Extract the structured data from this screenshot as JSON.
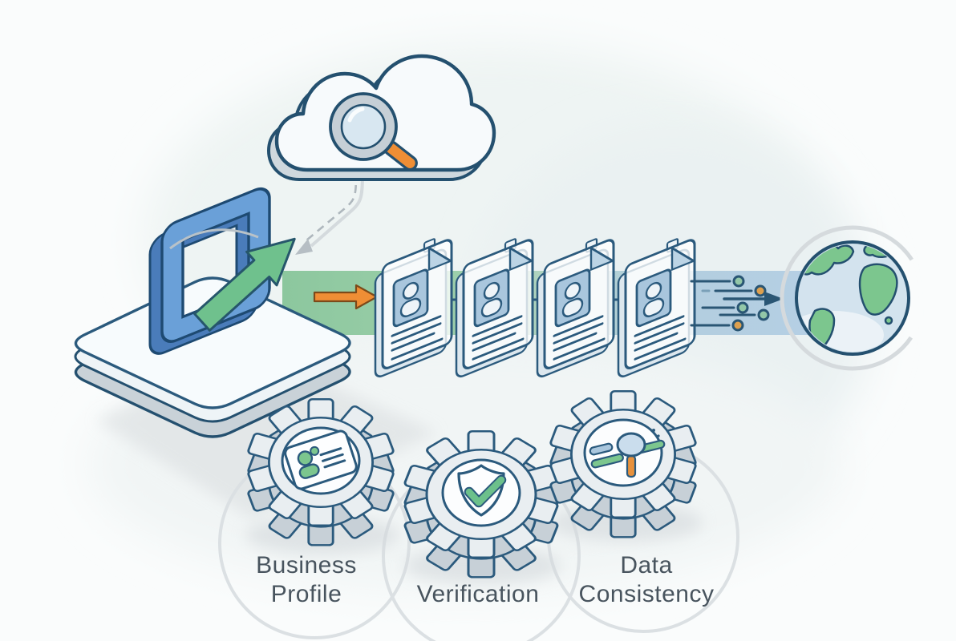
{
  "figure": {
    "type": "isometric-process-illustration",
    "description": "Business data flows from a device export through profile documents to the globe, processed by three gears",
    "captions": {
      "business_profile": {
        "lines": [
          "Business",
          "Profile"
        ]
      },
      "verification": {
        "lines": [
          "Verification"
        ]
      },
      "data_consistency": {
        "lines": [
          "Data",
          "Consistency"
        ]
      }
    },
    "icons": {
      "cloud": "cloud-icon",
      "magnifier": "search-magnifier-icon",
      "export": "export-arrow-icon",
      "document": "profile-document-icon",
      "globe": "globe-icon",
      "gear": "gear-icon",
      "id_card": "id-card-icon",
      "shield_check": "shield-check-icon",
      "chart_search": "chart-search-icon"
    },
    "colors": {
      "accent_green": "#6fc18d",
      "accent_blue": "#6aa0d8",
      "accent_orange": "#ef8e35",
      "outline_navy": "#24506f",
      "band_green": "#8ec79f",
      "band_blue": "#b5cfe4",
      "caption_text": "#48545e",
      "background": "#fafcfc"
    }
  }
}
